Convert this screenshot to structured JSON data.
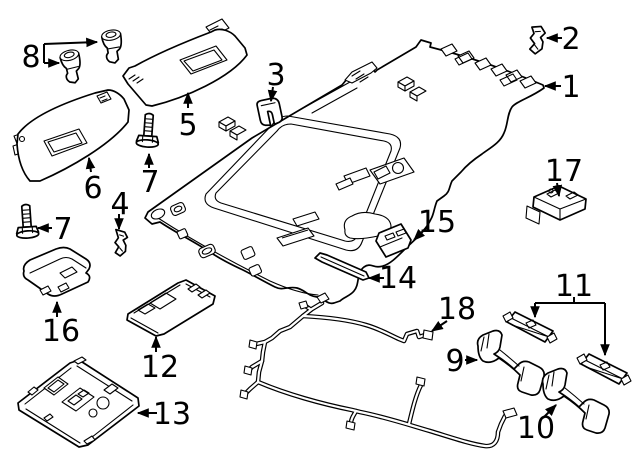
{
  "diagram": {
    "type": "exploded-parts-diagram",
    "subject": "vehicle-headliner-and-interior-trim"
  },
  "colors": {
    "background": "#ffffff",
    "line": "#000000"
  },
  "callouts": [
    {
      "text": "1",
      "part": "headliner-panel"
    },
    {
      "text": "2",
      "part": "retainer-clip"
    },
    {
      "text": "3",
      "part": "retainer-clip"
    },
    {
      "text": "4",
      "part": "retainer-clip"
    },
    {
      "text": "5",
      "part": "sun-visor-right"
    },
    {
      "text": "6",
      "part": "sun-visor-left"
    },
    {
      "text": "7",
      "part": "visor-screw-front"
    },
    {
      "text": "7",
      "part": "visor-screw-side"
    },
    {
      "text": "8",
      "part": "visor-support-clips"
    },
    {
      "text": "9",
      "part": "grab-handle-front"
    },
    {
      "text": "10",
      "part": "grab-handle-rear"
    },
    {
      "text": "11",
      "part": "handle-brackets"
    },
    {
      "text": "12",
      "part": "console-bracket"
    },
    {
      "text": "13",
      "part": "overhead-console"
    },
    {
      "text": "14",
      "part": "trim-strip"
    },
    {
      "text": "15",
      "part": "mount-plate"
    },
    {
      "text": "16",
      "part": "storage-compartment"
    },
    {
      "text": "17",
      "part": "roof-module"
    },
    {
      "text": "18",
      "part": "wiring-harness"
    }
  ]
}
